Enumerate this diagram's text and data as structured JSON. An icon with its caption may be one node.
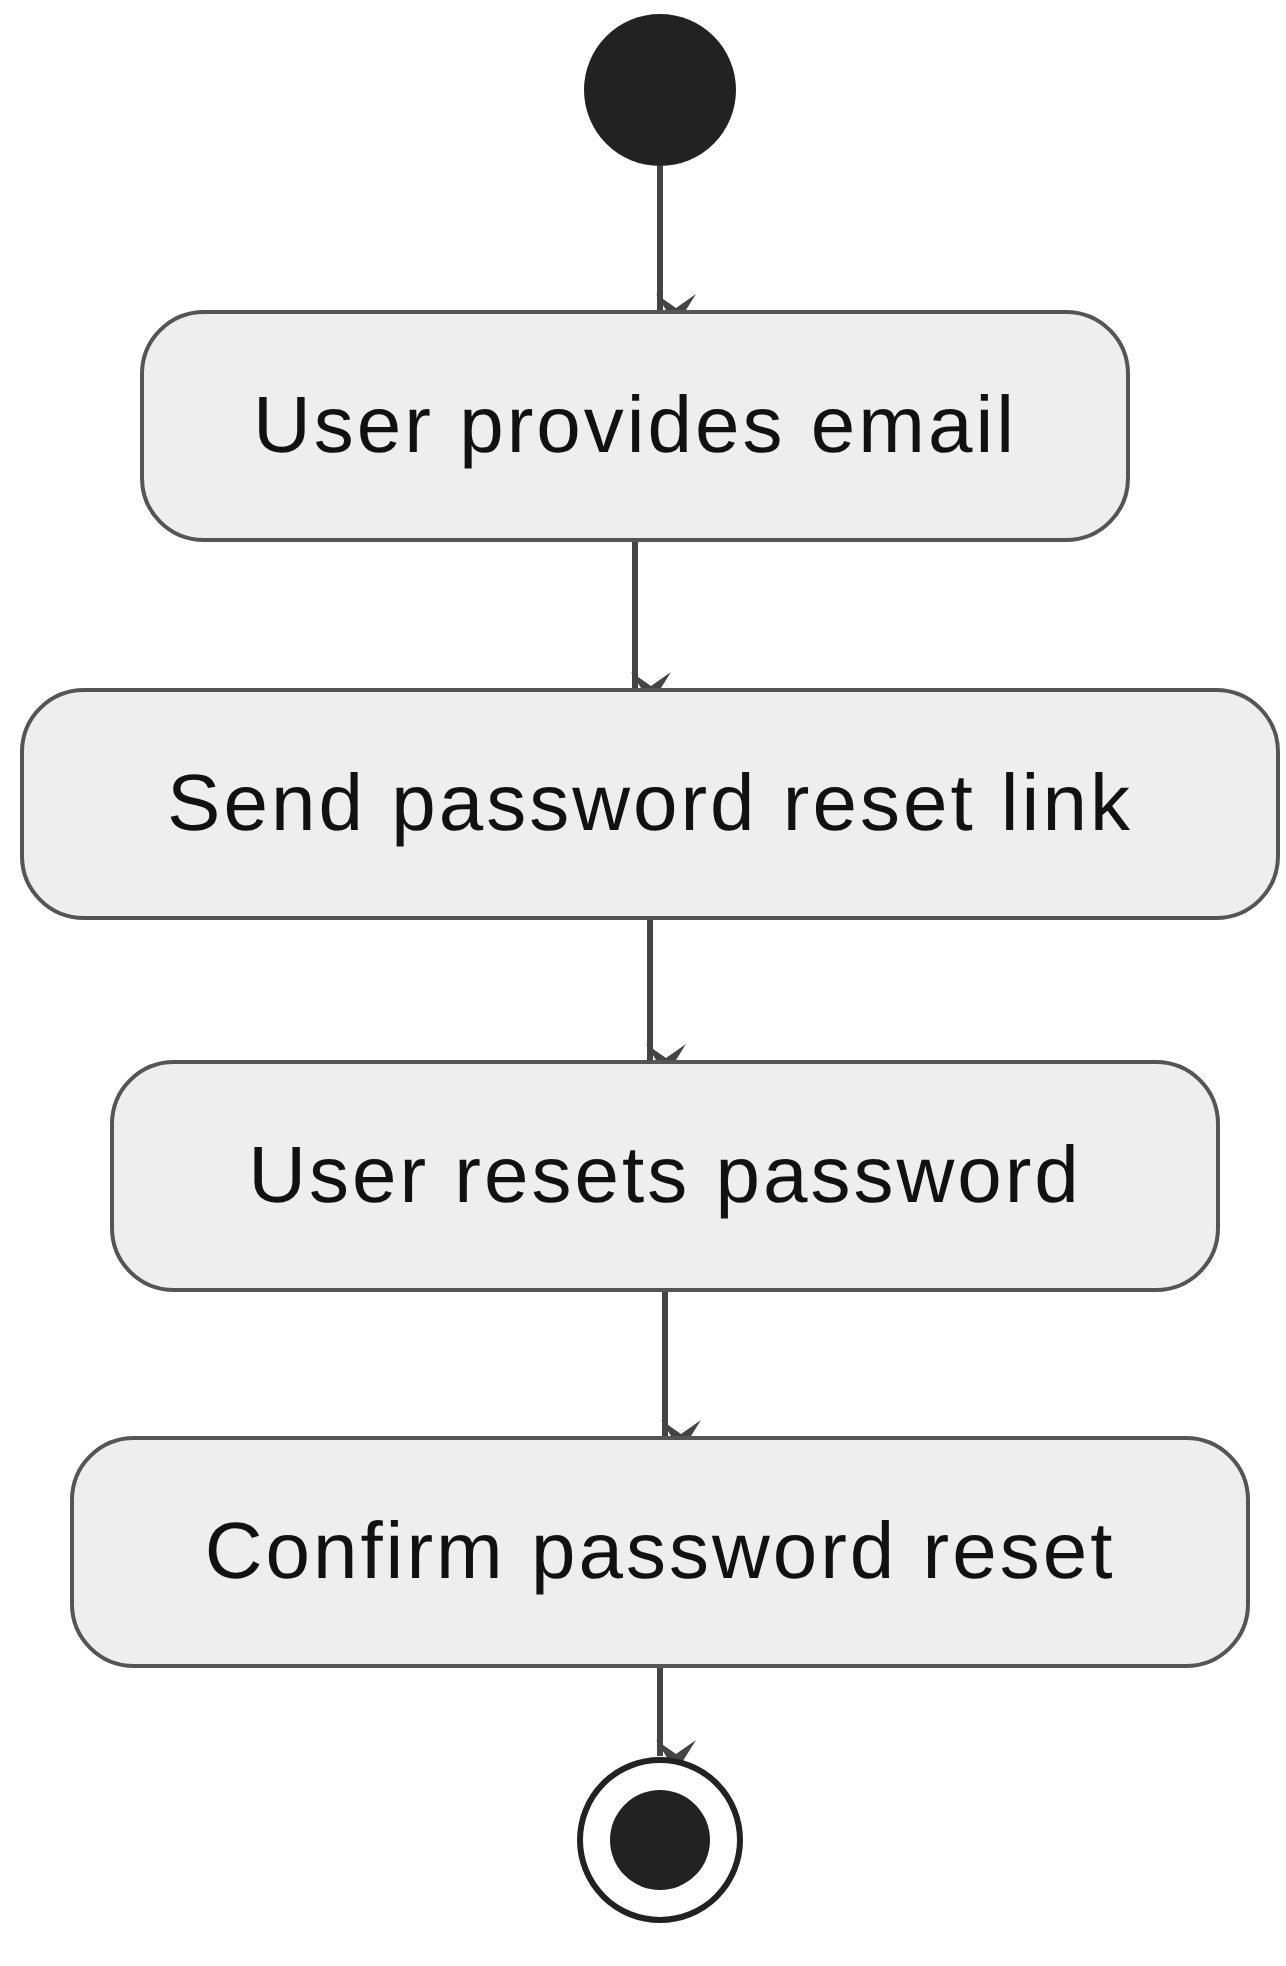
{
  "diagram": {
    "nodes": [
      {
        "text": [],
        "shape": "circle"
      },
      {
        "text": [
          "User provides email"
        ]
      },
      {
        "text": [
          "Send password reset link"
        ]
      },
      {
        "text": [
          "User resets password"
        ]
      },
      {
        "text": [
          "Confirm password reset"
        ]
      },
      {
        "text": [],
        "shape": "circle"
      }
    ],
    "edges": [
      {
        "from": 0,
        "to": 1,
        "arrow": "to"
      },
      {
        "from": 1,
        "to": 2,
        "arrow": "to"
      },
      {
        "from": 2,
        "to": 3,
        "arrow": "to"
      },
      {
        "from": 3,
        "to": 4,
        "arrow": "to"
      },
      {
        "from": 4,
        "to": 5,
        "arrow": "to"
      }
    ]
  }
}
